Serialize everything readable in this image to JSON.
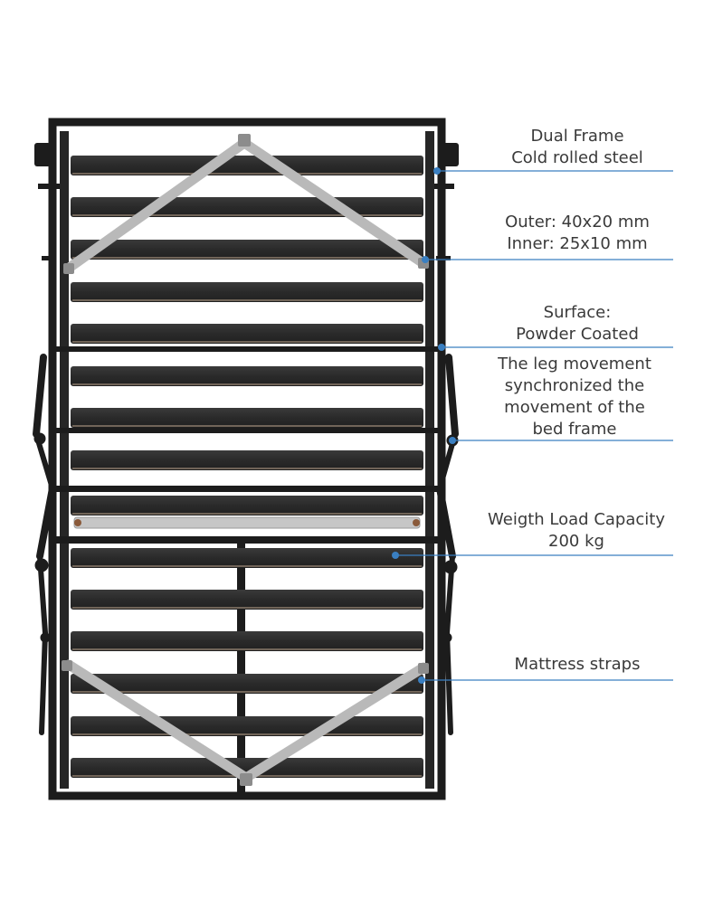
{
  "annotations": [
    {
      "id": "dual-frame",
      "lines": [
        "Dual Frame",
        "Cold rolled steel"
      ]
    },
    {
      "id": "tube-size",
      "lines": [
        "Outer: 40x20 mm",
        "Inner: 25x10 mm"
      ]
    },
    {
      "id": "surface",
      "lines": [
        "Surface:",
        "Powder Coated"
      ]
    },
    {
      "id": "leg-movement",
      "lines": [
        "The leg movement",
        "synchronized the",
        "movement of the",
        "bed frame"
      ]
    },
    {
      "id": "load-capacity",
      "lines": [
        "Weigth Load Capacity",
        "200 kg"
      ]
    },
    {
      "id": "mattress-straps",
      "lines": [
        "Mattress straps"
      ]
    }
  ],
  "colors": {
    "frame": "#1c1c1c",
    "slat": "#2e2e2e",
    "strap": "#b9b9b9",
    "callout_line": "#3a7fc1",
    "text": "#3a3a3a"
  }
}
